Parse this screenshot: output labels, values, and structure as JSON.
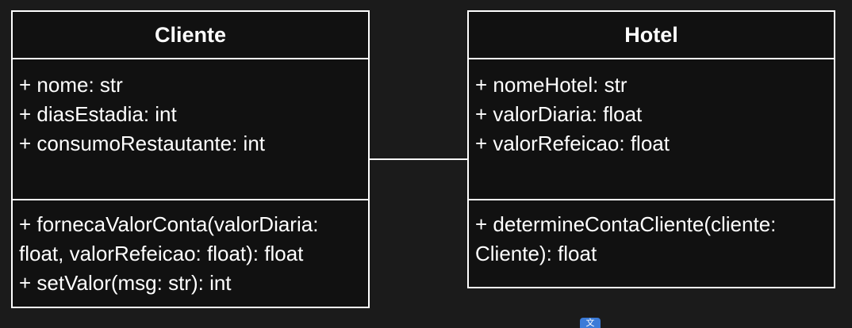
{
  "classes": {
    "cliente": {
      "name": "Cliente",
      "attributes": [
        "+ nome: str",
        "+ diasEstadia: int",
        "+ consumoRestautante: int"
      ],
      "methods": [
        "+ fornecaValorConta(valorDiaria: float, valorRefeicao: float): float",
        "+ setValor(msg: str): int"
      ]
    },
    "hotel": {
      "name": "Hotel",
      "attributes": [
        "+ nomeHotel: str",
        "+ valorDiaria: float",
        "+ valorRefeicao: float"
      ],
      "methods": [
        "+ determineContaCliente(cliente: Cliente): float"
      ]
    }
  },
  "icons": {
    "translate": "translate-icon"
  },
  "colors": {
    "background": "#1b1b1b",
    "box_fill": "#111111",
    "line": "#ffffff",
    "text": "#ffffff",
    "icon_accent": "#3b7bd8"
  }
}
